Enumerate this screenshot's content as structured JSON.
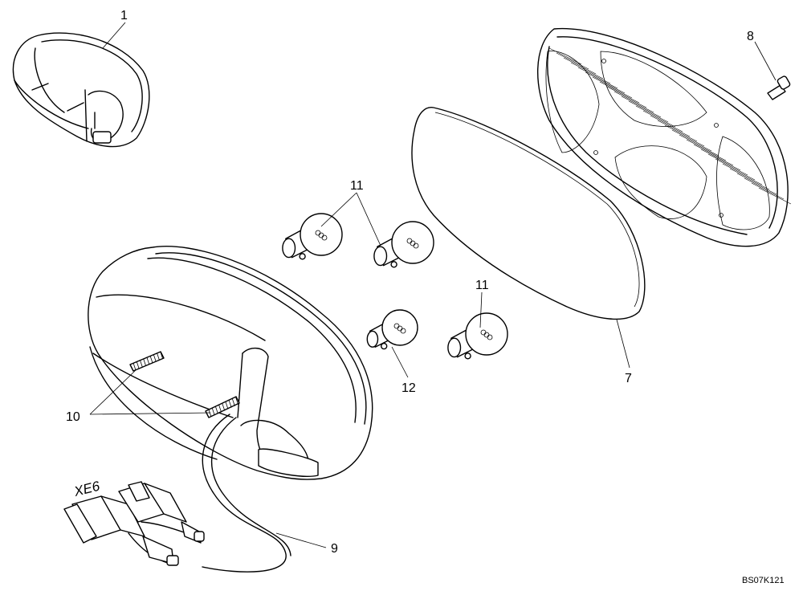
{
  "callouts": {
    "c1": "1",
    "c7": "7",
    "c8": "8",
    "c9": "9",
    "c10": "10",
    "c11a": "11",
    "c11b": "11",
    "c12": "12"
  },
  "connector_label": "XE6",
  "drawing_code": "BS07K121"
}
